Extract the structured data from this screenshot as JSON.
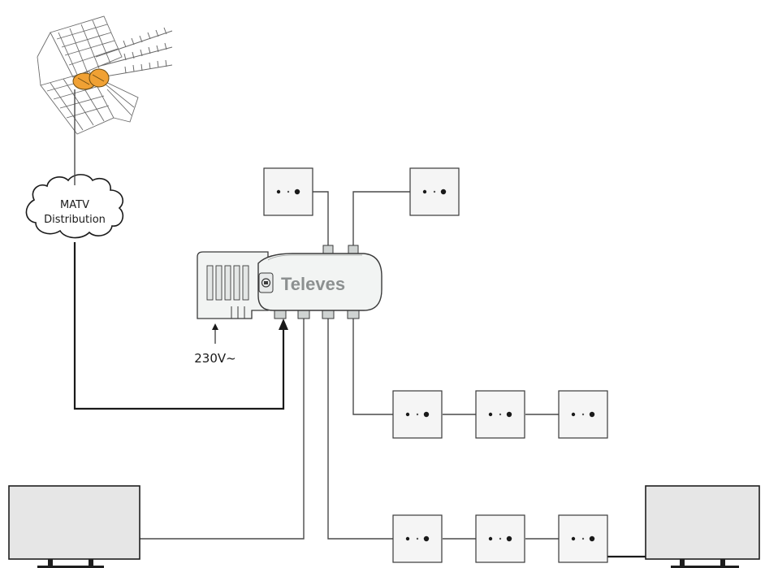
{
  "cloud": {
    "line1": "MATV",
    "line2": "Distribution"
  },
  "amplifier": {
    "brand": "Televes",
    "power_label": "230V~"
  },
  "colors": {
    "antenna_accent": "#f0a134",
    "amplifier_shell": "#f2f4f3",
    "tv_screen": "#e6e6e6",
    "wire": "#4a4a4a"
  }
}
